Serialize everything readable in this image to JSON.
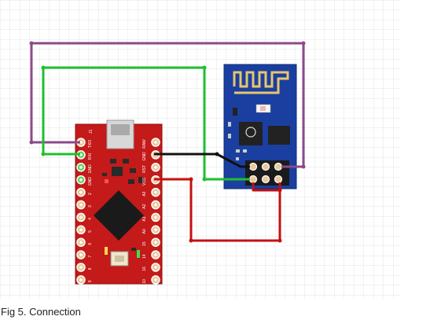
{
  "figure": {
    "caption": "Fig 5. Connection"
  },
  "colors": {
    "grid": "#e6e6e6",
    "wire_purple": "#8a4a8a",
    "wire_green": "#1fbf2e",
    "wire_black": "#111111",
    "wire_red": "#c41010",
    "arduino_board": "#c41a1a",
    "esp_board": "#1a3fa0",
    "pin_pad": "#e9c89a"
  },
  "arduino": {
    "component": "Arduino Pro Micro",
    "left_labels": [
      "TXO",
      "RXI",
      "GND",
      "GND",
      "2",
      "3",
      "4",
      "5",
      "6",
      "7",
      "8",
      "9"
    ],
    "right_labels": [
      "RAW",
      "GND",
      "RST",
      "VCC",
      "A3",
      "A2",
      "A1",
      "A0",
      "15",
      "14",
      "16",
      "10"
    ],
    "usb_label": "J1"
  },
  "esp": {
    "component": "ESP-01 WiFi module"
  },
  "connections": [
    {
      "color": "purple",
      "from": "arduino.TXO",
      "to": "esp.RX"
    },
    {
      "color": "green",
      "from": "arduino.RXI",
      "to": "esp.TX"
    },
    {
      "color": "black",
      "from": "arduino.GND",
      "to": "esp.GND"
    },
    {
      "color": "red",
      "from": "arduino.VCC",
      "to": "esp.VCC/CH_PD"
    }
  ]
}
